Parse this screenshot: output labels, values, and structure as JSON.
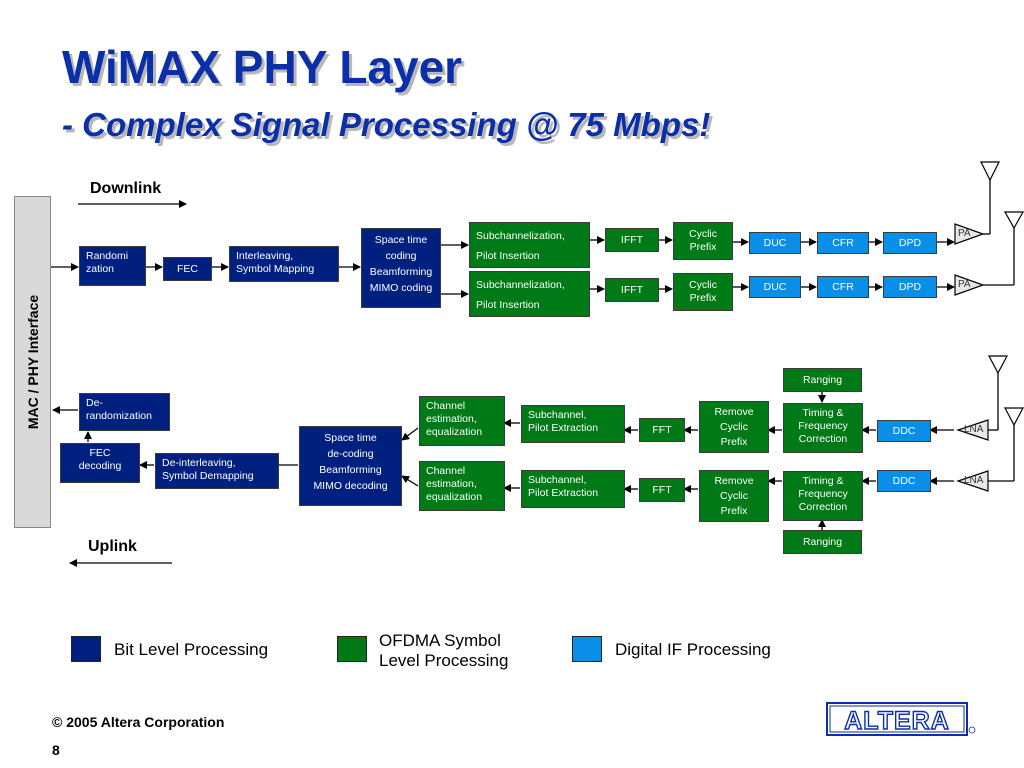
{
  "title": "WiMAX PHY Layer",
  "subtitle": "- Complex Signal Processing @ 75 Mbps!",
  "labels": {
    "downlink": "Downlink",
    "uplink": "Uplink",
    "mac_interface": "MAC / PHY Interface"
  },
  "colors": {
    "bit_level": "#00207f",
    "ofdma_symbol": "#007a16",
    "digital_if": "#0a8fe8",
    "title": "#0a2fa8"
  },
  "downlink": {
    "randomization": "Randomi\nzation",
    "fec": "FEC",
    "interleaving": "Interleaving,\nSymbol Mapping",
    "space_time": "Space time\ncoding\nBeamforming\nMIMO coding",
    "subchan_1": "Subchannelization,\nPilot Insertion",
    "subchan_2": "Subchannelization,\nPilot Insertion",
    "ifft_1": "IFFT",
    "ifft_2": "IFFT",
    "cyclic_1": "Cyclic\nPrefix",
    "cyclic_2": "Cyclic\nPrefix",
    "duc_1": "DUC",
    "duc_2": "DUC",
    "cfr_1": "CFR",
    "cfr_2": "CFR",
    "dpd_1": "DPD",
    "dpd_2": "DPD",
    "pa_1": "PA",
    "pa_2": "PA"
  },
  "uplink": {
    "derandomization": "De-\nrandomization",
    "fec_decoding": "FEC\ndecoding",
    "deinterleaving": "De-interleaving,\nSymbol Demapping",
    "space_time": "Space time\nde-coding\nBeamforming\nMIMO decoding",
    "channel_1": "Channel\nestimation,\nequalization",
    "channel_2": "Channel\nestimation,\nequalization",
    "subchan_1": "Subchannel,\nPilot Extraction",
    "subchan_2": "Subchannel,\nPilot Extraction",
    "fft_1": "FFT",
    "fft_2": "FFT",
    "remove_cp_1": "Remove\nCyclic\nPrefix",
    "remove_cp_2": "Remove\nCyclic\nPrefix",
    "timing_1": "Timing &\nFrequency\nCorrection",
    "timing_2": "Timing &\nFrequency\nCorrection",
    "ranging_1": "Ranging",
    "ranging_2": "Ranging",
    "ddc_1": "DDC",
    "ddc_2": "DDC",
    "lna_1": "LNA",
    "lna_2": "LNA"
  },
  "legend": [
    {
      "label": "Bit Level Processing",
      "color": "#00207f"
    },
    {
      "label": "OFDMA Symbol\nLevel Processing",
      "color": "#007a16"
    },
    {
      "label": "Digital IF Processing",
      "color": "#0a8fe8"
    }
  ],
  "footer": {
    "copyright": "© 2005 Altera Corporation",
    "page_number": "8",
    "logo_text": "ALTERA"
  }
}
